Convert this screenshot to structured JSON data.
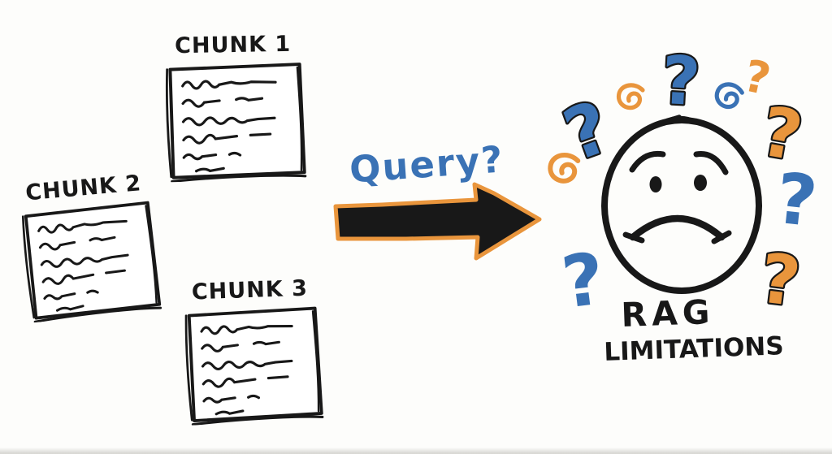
{
  "palette": {
    "paper": "#fdfdfb",
    "ink": "#181818",
    "blue": "#3a72b5",
    "orange": "#e9953c"
  },
  "chunks": [
    {
      "label": "CHUNK 1"
    },
    {
      "label": "CHUNK 2"
    },
    {
      "label": "CHUNK 3"
    }
  ],
  "arrow": {
    "label": "Query?"
  },
  "result": {
    "line1": "RAG",
    "line2": "LIMITATIONS"
  },
  "glyphs": {
    "question_mark": "?"
  }
}
